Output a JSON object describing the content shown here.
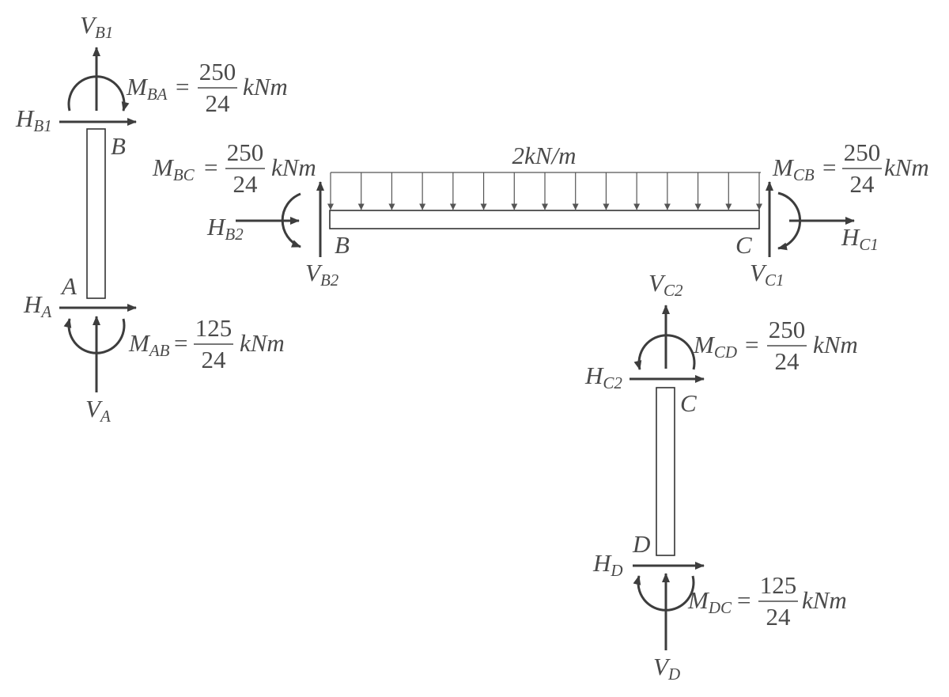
{
  "load": {
    "text": "2kN/m"
  },
  "joints": {
    "A": "A",
    "B1": "B",
    "B2": "B",
    "C1": "C",
    "C2": "C",
    "D": "D"
  },
  "forces": {
    "VB1": {
      "main": "V",
      "sub": "B1"
    },
    "HB1": {
      "main": "H",
      "sub": "B1"
    },
    "HA": {
      "main": "H",
      "sub": "A"
    },
    "VA": {
      "main": "V",
      "sub": "A"
    },
    "HB2": {
      "main": "H",
      "sub": "B2"
    },
    "VB2": {
      "main": "V",
      "sub": "B2"
    },
    "VC1": {
      "main": "V",
      "sub": "C1"
    },
    "HC1": {
      "main": "H",
      "sub": "C1"
    },
    "VC2": {
      "main": "V",
      "sub": "C2"
    },
    "HC2": {
      "main": "H",
      "sub": "C2"
    },
    "HD": {
      "main": "H",
      "sub": "D"
    },
    "VD": {
      "main": "V",
      "sub": "D"
    }
  },
  "moments": {
    "MBA": {
      "main": "M",
      "sub": "BA",
      "eq": "=",
      "num": "250",
      "den": "24",
      "unit": "kNm"
    },
    "MAB": {
      "main": "M",
      "sub": "AB",
      "eq": "=",
      "num": "125",
      "den": "24",
      "unit": "kNm"
    },
    "MBC": {
      "main": "M",
      "sub": "BC",
      "eq": "=",
      "num": "250",
      "den": "24",
      "unit": "kNm"
    },
    "MCB": {
      "main": "M",
      "sub": "CB",
      "eq": "=",
      "num": "250",
      "den": "24",
      "unit": "kNm"
    },
    "MCD": {
      "main": "M",
      "sub": "CD",
      "eq": "=",
      "num": "250",
      "den": "24",
      "unit": "kNm"
    },
    "MDC": {
      "main": "M",
      "sub": "DC",
      "eq": "=",
      "num": "125",
      "den": "24",
      "unit": "kNm"
    }
  }
}
